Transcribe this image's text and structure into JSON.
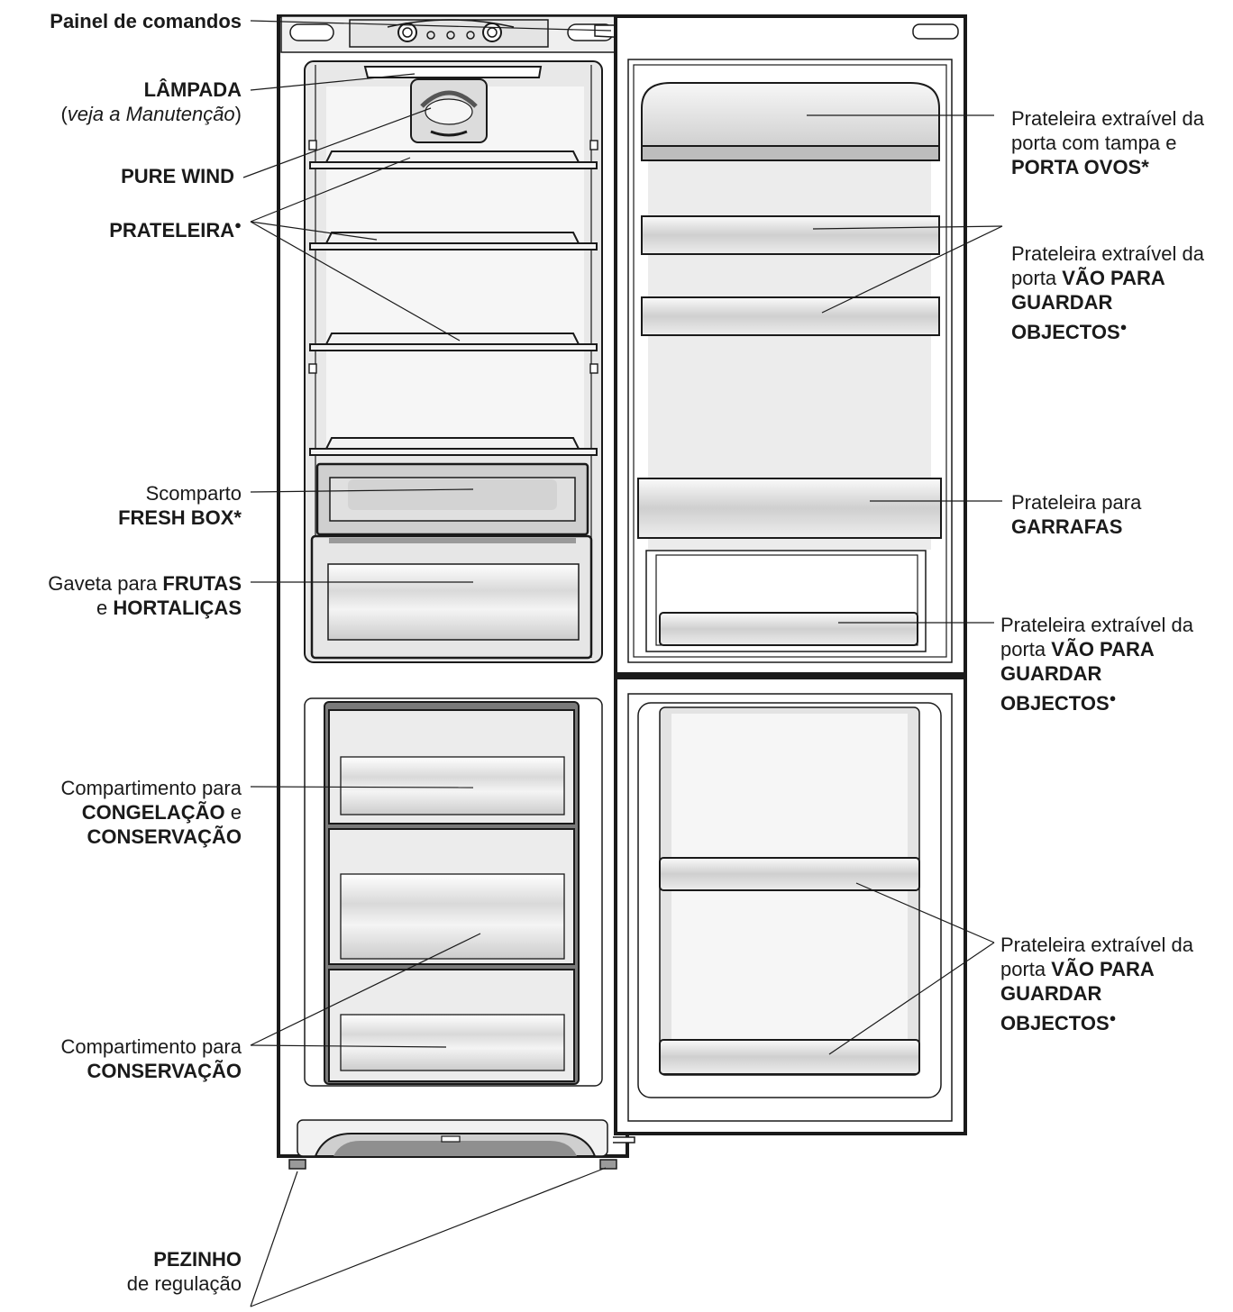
{
  "labels": {
    "control_panel": "Painel de comandos",
    "lamp": "LÂMPADA",
    "lamp_note_open": "(",
    "lamp_note": "veja a Manutenção",
    "lamp_note_close": ")",
    "pure_wind": "PURE WIND",
    "shelf": "PRATELEIRA",
    "fresh_box_1": "Scomparto",
    "fresh_box_2": "FRESH BOX*",
    "fruits_1a": "Gaveta para ",
    "fruits_1b": "FRUTAS",
    "fruits_2a": "e ",
    "fruits_2b": "HORTALIÇAS",
    "freeze_1": "Compartimento para",
    "freeze_2a": "CONGELAÇÃO",
    "freeze_2b": " e",
    "freeze_3": "CONSERVAÇÃO",
    "conserve_1": "Compartimento para",
    "conserve_2": "CONSERVAÇÃO",
    "feet_1": "PEZINHO",
    "feet_2": "de regulação",
    "egg_1": "Prateleira extraível da",
    "egg_2": "porta com tampa  e",
    "egg_3": "PORTA OVOS*",
    "door_storage_1": "Prateleira extraível da",
    "door_storage_2a": "porta ",
    "door_storage_2b": "VÃO PARA",
    "door_storage_3": "GUARDAR",
    "door_storage_4": "OBJECTOS",
    "bottles_1": "Prateleira para",
    "bottles_2": "GARRAFAS",
    "bullet": "●"
  },
  "colors": {
    "outline": "#1a1a1a",
    "inner_shade": "#e2e2e2",
    "panel_shade": "#d2d2d2",
    "shelf_fill": "#f2f2f2"
  }
}
